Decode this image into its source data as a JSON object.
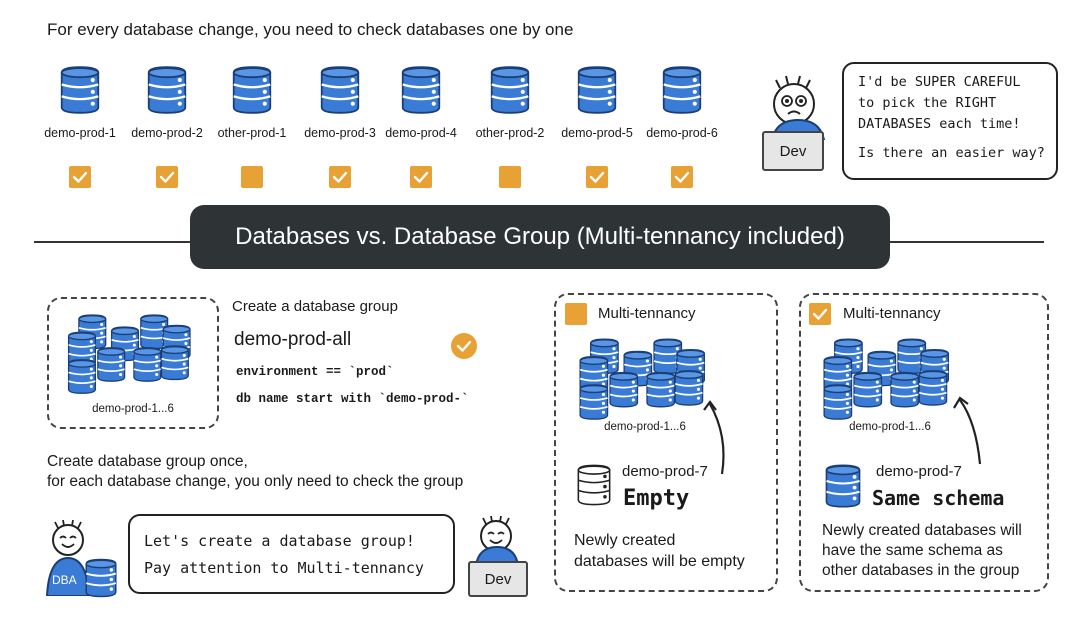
{
  "top": {
    "title": "For every database change, you need to check databases one by one",
    "databases": [
      {
        "name": "demo-prod-1",
        "checked": true
      },
      {
        "name": "demo-prod-2",
        "checked": true
      },
      {
        "name": "other-prod-1",
        "checked": false
      },
      {
        "name": "demo-prod-3",
        "checked": true
      },
      {
        "name": "demo-prod-4",
        "checked": true
      },
      {
        "name": "other-prod-2",
        "checked": false
      },
      {
        "name": "demo-prod-5",
        "checked": true
      },
      {
        "name": "demo-prod-6",
        "checked": true
      }
    ],
    "dev_label": "Dev",
    "speech": {
      "line1": "I'd be SUPER CAREFUL",
      "line2": "to pick the RIGHT",
      "line3": "DATABASES each time!",
      "line4": "Is there an easier way?"
    }
  },
  "banner": {
    "title": "Databases vs. Database Group (Multi-tennancy included)"
  },
  "group": {
    "cluster_label": "demo-prod-1...6",
    "heading": "Create a database group",
    "name": "demo-prod-all",
    "condition1": "environment == `prod`",
    "condition2": "db name start with `demo-prod-`"
  },
  "summary": {
    "line1": "Create database group once,",
    "line2": "for each database change, you only need to check the group"
  },
  "bottom": {
    "dba_label": "DBA",
    "dev_label": "Dev",
    "speech_line1": "Let's create a database group!",
    "speech_line2": "Pay attention to Multi-tennancy"
  },
  "panel_empty": {
    "checkbox_label": "Multi-tennancy",
    "checked": false,
    "cluster_label": "demo-prod-1...6",
    "new_db": "demo-prod-7",
    "state": "Empty",
    "desc1": "Newly created",
    "desc2": "databases will be empty"
  },
  "panel_schema": {
    "checkbox_label": "Multi-tennancy",
    "checked": true,
    "cluster_label": "demo-prod-1...6",
    "new_db": "demo-prod-7",
    "state": "Same schema",
    "desc1": "Newly created databases will",
    "desc2": "have the same schema as",
    "desc3": "other databases in the group"
  },
  "colors": {
    "db_blue": "#3a7bd5",
    "accent": "#e8a135",
    "banner": "#2e3436"
  }
}
